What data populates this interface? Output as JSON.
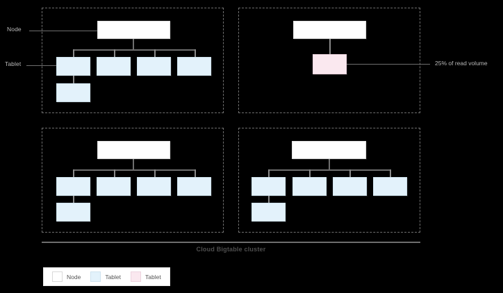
{
  "diagram": {
    "title": "Cloud Bigtable cluster",
    "axis_labels": {
      "node": "Node",
      "tablet": "Tablet"
    },
    "callout": {
      "text": "25% of read volume"
    },
    "colors": {
      "background": "#000000",
      "node_fill": "#ffffff",
      "tablet_fill": "#e3f2fb",
      "tablet_hot_fill": "#fae8ef",
      "line": "#6e6e6e",
      "dashed_border": "#707070",
      "caption_text": "#4f4f4f",
      "label_text": "#b9b9b9"
    },
    "quadrants": [
      {
        "id": "top-left",
        "node_label": "",
        "tablet_count": 5,
        "hot_tablet_count": 0
      },
      {
        "id": "top-right",
        "node_label": "",
        "tablet_count": 1,
        "hot_tablet_count": 1
      },
      {
        "id": "bottom-left",
        "node_label": "",
        "tablet_count": 5,
        "hot_tablet_count": 0
      },
      {
        "id": "bottom-right",
        "node_label": "",
        "tablet_count": 5,
        "hot_tablet_count": 0
      }
    ]
  },
  "legend": {
    "items": [
      {
        "label": "Node",
        "swatch": "#ffffff",
        "kind": "node"
      },
      {
        "label": "Tablet",
        "swatch": "#e3f2fb",
        "kind": "tablet"
      },
      {
        "label": "Tablet",
        "swatch": "#fae8ef",
        "kind": "tablet-hot"
      }
    ]
  }
}
